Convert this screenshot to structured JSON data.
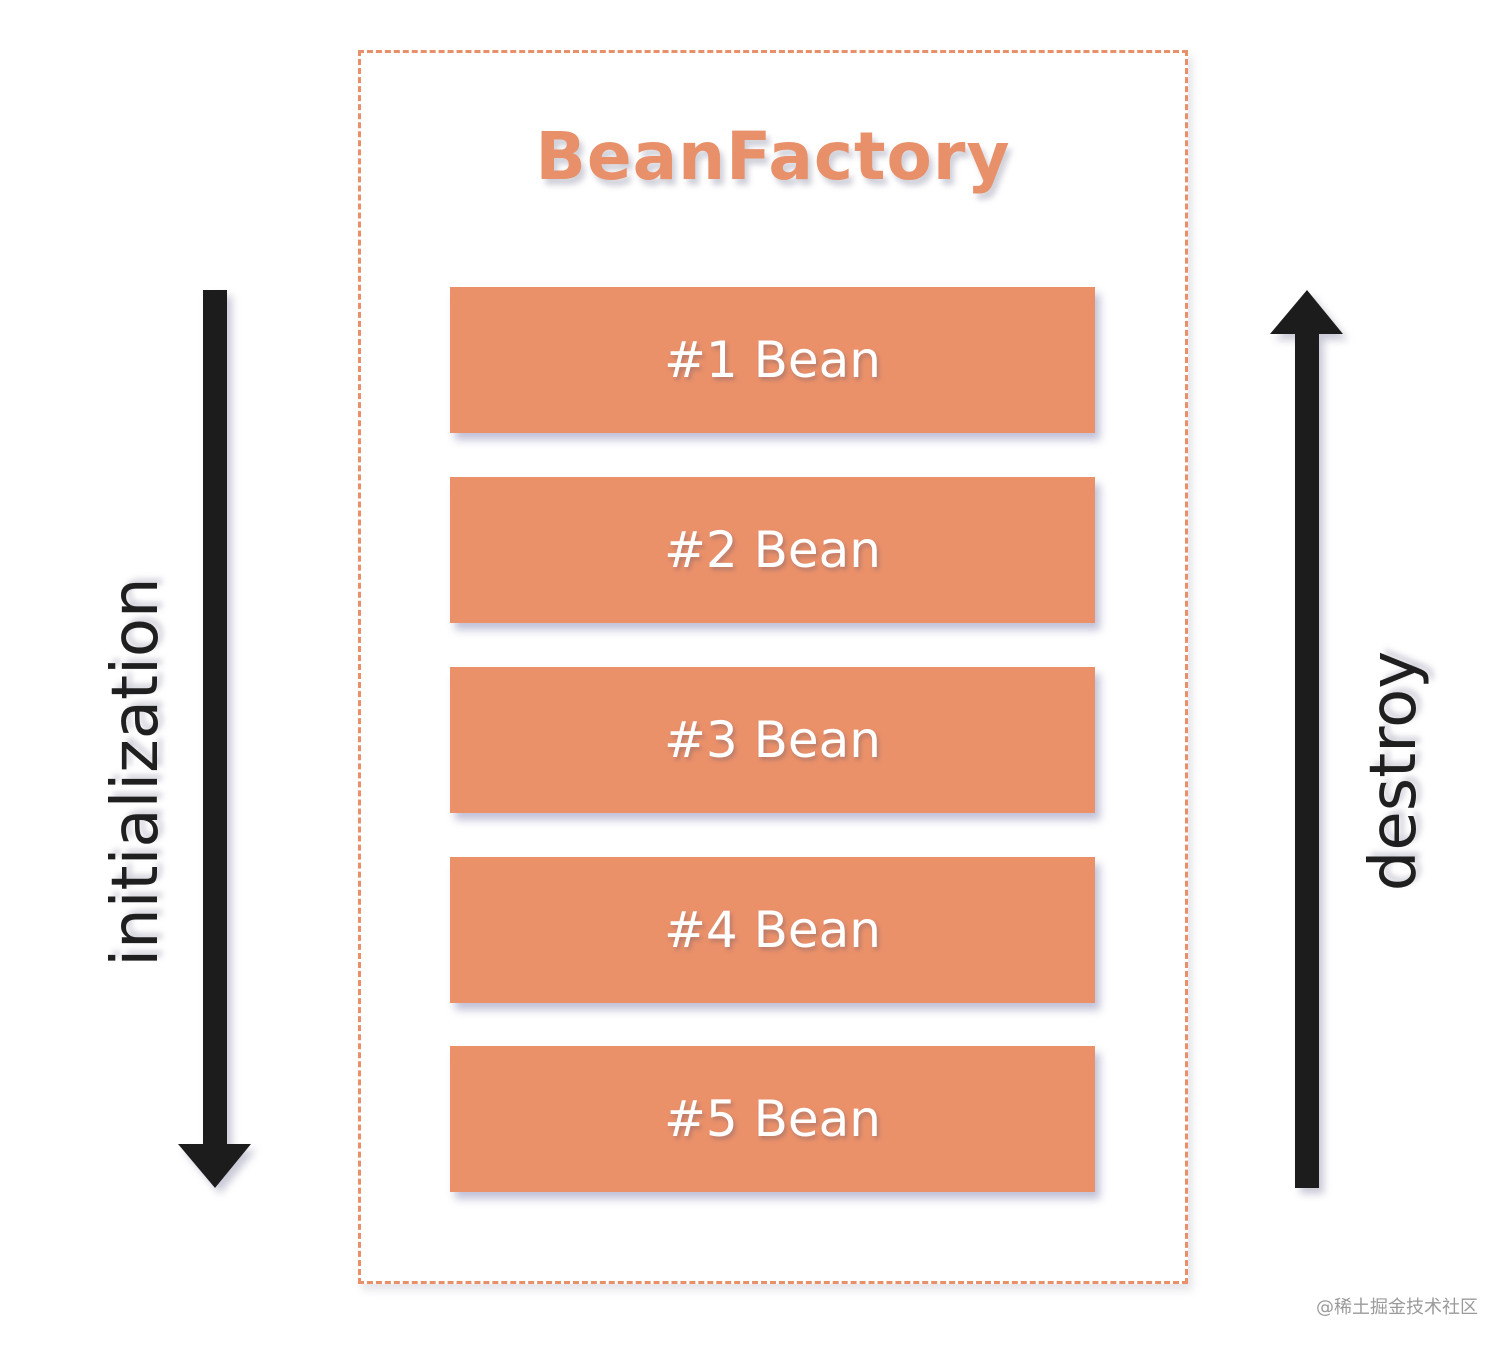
{
  "diagram": {
    "title": "BeanFactory",
    "beans": [
      "#1 Bean",
      "#2 Bean",
      "#3 Bean",
      "#4 Bean",
      "#5 Bean"
    ],
    "left_label": "initialization",
    "right_label": "destroy"
  },
  "watermark": "@稀土掘金技术社区",
  "colors": {
    "accent": "#eb916a",
    "border": "#e8906a",
    "arrow": "#1f1f1f",
    "bean_text": "#ffffff"
  },
  "icons": {
    "left_arrow": "arrow-down-icon",
    "right_arrow": "arrow-up-icon"
  }
}
